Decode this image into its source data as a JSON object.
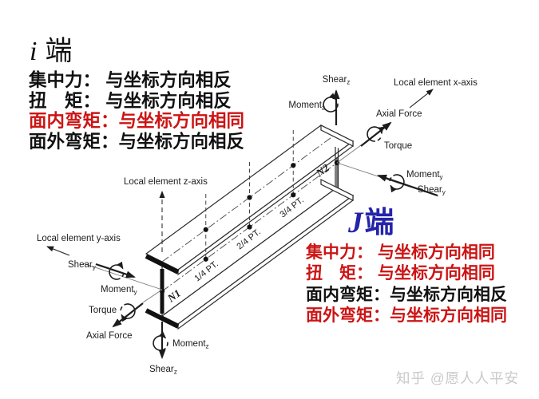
{
  "i_end": {
    "title": {
      "letter": "i",
      "cn": "端"
    },
    "title_color": "#111111",
    "lines": [
      {
        "text": "集中力： 与坐标方向相反",
        "color": "#111111"
      },
      {
        "text": "扭　矩： 与坐标方向相反",
        "color": "#111111"
      },
      {
        "text": "面内弯矩：与坐标方向相同",
        "color": "#cc1414"
      },
      {
        "text": "面外弯矩：与坐标方向相反",
        "color": "#111111"
      }
    ]
  },
  "j_end": {
    "title": {
      "letter": "J",
      "cn": "端"
    },
    "title_color": "#2424a8",
    "lines": [
      {
        "text": "集中力： 与坐标方向相同",
        "color": "#cc1414"
      },
      {
        "text": "扭　矩： 与坐标方向相同",
        "color": "#cc1414"
      },
      {
        "text": "面内弯矩：与坐标方向相反",
        "color": "#111111"
      },
      {
        "text": "面外弯矩：与坐标方向相同",
        "color": "#cc1414"
      }
    ]
  },
  "diagram": {
    "labels": {
      "local_x": "Local element x-axis",
      "local_y": "Local element y-axis",
      "local_z": "Local element z-axis",
      "axial_i": "Axial Force",
      "axial_j": "Axial Force",
      "torque_i": "Torque",
      "torque_j": "Torque",
      "shear_z_i": {
        "base": "Shear",
        "sub": "z"
      },
      "shear_z_j": {
        "base": "Shear",
        "sub": "z"
      },
      "moment_z_i": {
        "base": "Moment",
        "sub": "z"
      },
      "moment_z_j": {
        "base": "Moment",
        "sub": "z"
      },
      "shear_y_i": {
        "base": "Shear",
        "sub": "y"
      },
      "shear_y_j": {
        "base": "Shear",
        "sub": "y"
      },
      "moment_y_i": {
        "base": "Moment",
        "sub": "y"
      },
      "moment_y_j": {
        "base": "Moment",
        "sub": "y"
      }
    },
    "nodes": {
      "n1": "N1",
      "n2": "N2"
    },
    "points": {
      "p1": "1/4 PT.",
      "p2": "2/4 PT.",
      "p3": "3/4 PT."
    }
  },
  "watermark": "知乎 @愿人人平安"
}
